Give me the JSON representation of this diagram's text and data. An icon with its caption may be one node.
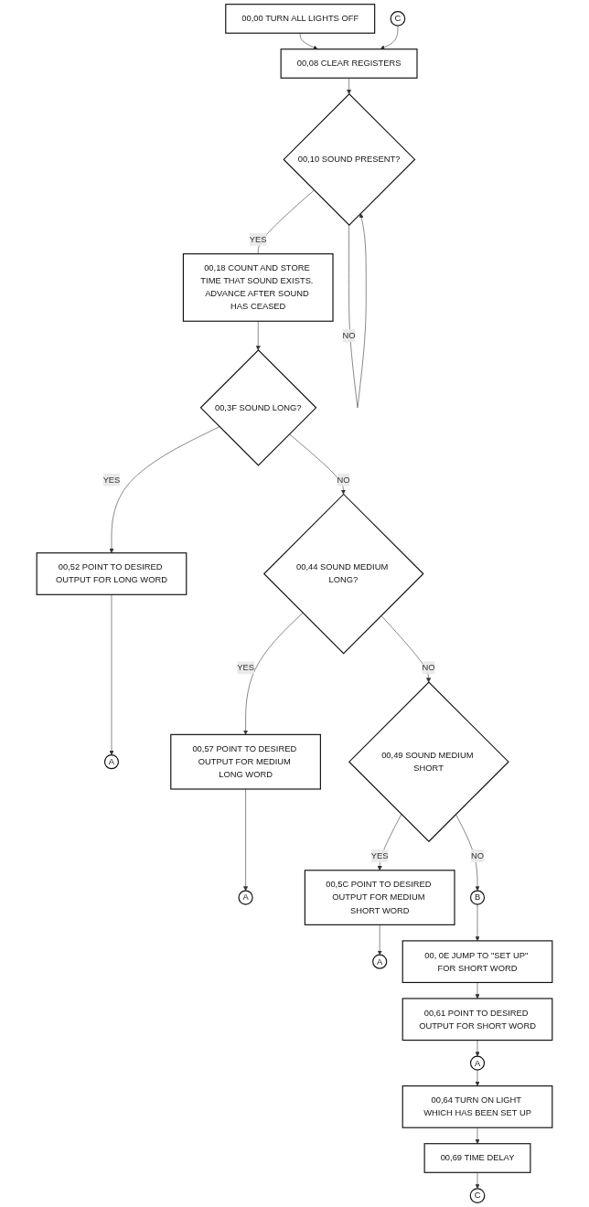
{
  "diagram": {
    "nodes": [
      {
        "text": [
          "00,00 TURN ALL LIGHTS OFF"
        ]
      },
      {
        "text": [
          "00,08 CLEAR REGISTERS"
        ]
      },
      {
        "text": [
          "C"
        ]
      },
      {
        "text": [
          "00,10 SOUND PRESENT?"
        ]
      },
      {
        "text": [
          "00,18 COUNT AND STORE TIME THAT SOUND EXISTS. ADVANCE AFTER SOUND HAS CEASED"
        ]
      },
      {
        "text": [
          "00,3F SOUND LONG?"
        ]
      },
      {
        "text": [
          "00,52 POINT TO DESIRED OUTPUT FOR LONG WORD"
        ]
      },
      {
        "text": [
          "A"
        ]
      },
      {
        "text": [
          "00,44 SOUND MEDIUM LONG?"
        ]
      },
      {
        "text": [
          "00,57 POINT TO DESIRED OUTPUT FOR MEDIUM LONG WORD"
        ]
      },
      {
        "text": [
          "A"
        ]
      },
      {
        "text": [
          "00,49 SOUND MEDIUM SHORT"
        ]
      },
      {
        "text": [
          "00,5C POINT TO DESIRED OUTPUT FOR MEDIUM SHORT WORD"
        ]
      },
      {
        "text": [
          "A"
        ]
      },
      {
        "text": [
          "B"
        ]
      },
      {
        "text": [
          "00, 0E JUMP TO \"SET UP\" FOR SHORT WORD"
        ]
      },
      {
        "text": [
          "00,61 POINT TO DESIRED OUTPUT FOR SHORT WORD"
        ]
      },
      {
        "text": [
          "A"
        ]
      },
      {
        "text": [
          "00,64 TURN ON LIGHT WHICH HAS BEEN SET UP"
        ]
      },
      {
        "text": [
          "00,69 TIME DELAY"
        ]
      },
      {
        "text": [
          "C"
        ]
      }
    ],
    "edges": [
      {
        "from": 0,
        "to": 1,
        "arrow": "to"
      },
      {
        "from": 2,
        "to": 1,
        "arrow": "to"
      },
      {
        "from": 1,
        "to": 3,
        "arrow": "to"
      },
      {
        "from": 3,
        "to": 3,
        "label": "NO",
        "arrow": "to"
      },
      {
        "from": 3,
        "to": 4,
        "label": "YES",
        "arrow": "none"
      },
      {
        "from": 4,
        "to": 5,
        "arrow": "to"
      },
      {
        "from": 5,
        "to": 6,
        "label": "YES",
        "arrow": "to"
      },
      {
        "from": 6,
        "to": 7,
        "arrow": "to"
      },
      {
        "from": 5,
        "to": 8,
        "label": "NO",
        "arrow": "to"
      },
      {
        "from": 8,
        "to": 9,
        "label": "YES",
        "arrow": "to"
      },
      {
        "from": 9,
        "to": 10,
        "arrow": "to"
      },
      {
        "from": 8,
        "to": 11,
        "label": "NO",
        "arrow": "to"
      },
      {
        "from": 11,
        "to": 12,
        "label": "YES",
        "arrow": "to"
      },
      {
        "from": 12,
        "to": 13,
        "arrow": "to"
      },
      {
        "from": 11,
        "to": 14,
        "label": "NO",
        "arrow": "to"
      },
      {
        "from": 14,
        "to": 15,
        "arrow": "to"
      },
      {
        "from": 15,
        "to": 16,
        "arrow": "to"
      },
      {
        "from": 16,
        "to": 17,
        "arrow": "to"
      },
      {
        "from": 17,
        "to": 18,
        "arrow": "to"
      },
      {
        "from": 18,
        "to": 19,
        "arrow": "to"
      },
      {
        "from": 19,
        "to": 20,
        "arrow": "to"
      }
    ]
  }
}
